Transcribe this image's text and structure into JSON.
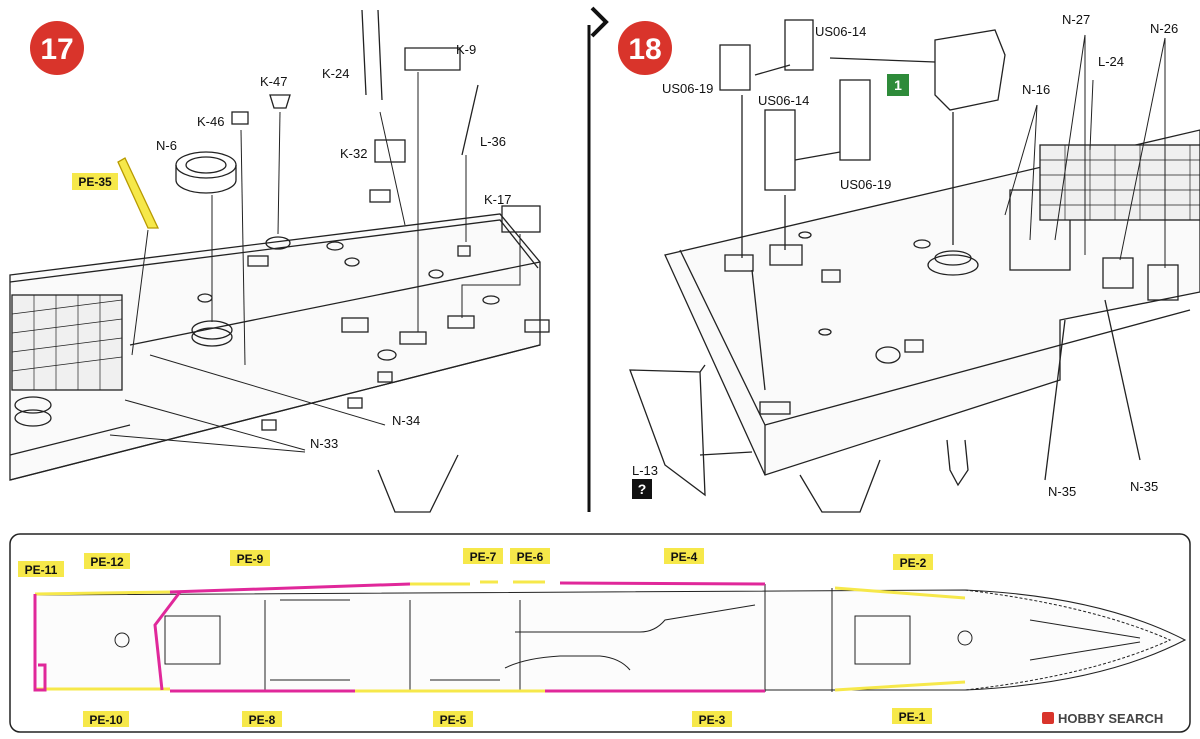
{
  "steps": [
    {
      "number": "17",
      "parts": [
        "K-24",
        "K-9",
        "K-47",
        "K-46",
        "N-6",
        "K-32",
        "L-36",
        "K-17",
        "N-34",
        "N-33"
      ],
      "highlighted_parts": [
        "PE-35"
      ]
    },
    {
      "number": "18",
      "parts": [
        "US06-14",
        "US06-19",
        "US06-14",
        "US06-19",
        "N-27",
        "N-26",
        "L-24",
        "N-16",
        "L-13",
        "N-35",
        "N-35"
      ],
      "green_badge": "1",
      "question_badge": "?"
    }
  ],
  "deck_plan": {
    "photo_etch_labels": [
      "PE-11",
      "PE-12",
      "PE-9",
      "PE-7",
      "PE-6",
      "PE-4",
      "PE-2",
      "PE-10",
      "PE-8",
      "PE-5",
      "PE-3",
      "PE-1"
    ],
    "colors": {
      "yellow": "#f6e84a",
      "magenta": "#e0289a"
    }
  },
  "watermark": "HOBBY SEARCH",
  "colors": {
    "step_badge": "#d9342b",
    "label_bg": "#f6e84a",
    "green_badge": "#2e8b3a"
  }
}
